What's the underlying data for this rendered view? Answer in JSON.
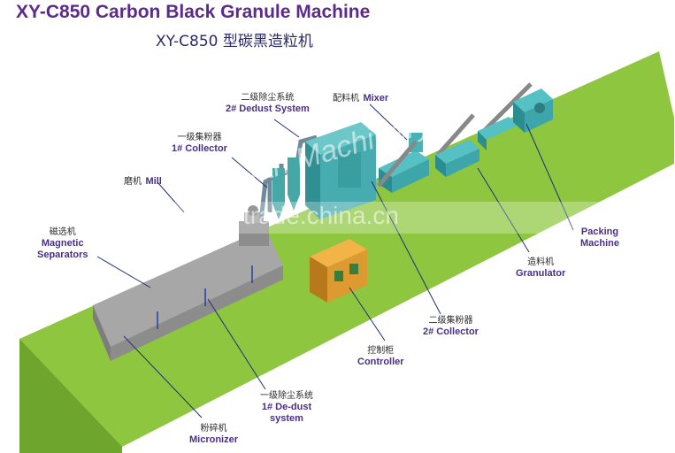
{
  "title": "XY-C850 Carbon Black Granule Machine",
  "subtitle": "XY-C850 型碳黑造粒机",
  "labels": {
    "dedust2": {
      "zh": "二级除尘系统",
      "en": "2# Dedust System"
    },
    "mixer": {
      "zh": "配料机",
      "en": "Mixer"
    },
    "collector1": {
      "zh": "一级集粉器",
      "en": "1# Collector"
    },
    "mill": {
      "zh": "磨机",
      "en": "Mill"
    },
    "magnetic": {
      "zh": "磁选机",
      "en1": "Magnetic",
      "en2": "Separators"
    },
    "packing": {
      "en1": "Packing",
      "en2": "Machine"
    },
    "granulator": {
      "zh": "造料机",
      "en": "Granulator"
    },
    "collector2": {
      "zh": "二级集粉器",
      "en": "2# Collector"
    },
    "controller": {
      "zh": "控制柜",
      "en": "Controller"
    },
    "dedust1": {
      "zh": "一级除尘系统",
      "en1": "1# De-dust",
      "en2": "system"
    },
    "micronizer": {
      "zh": "粉碎机",
      "en": "Micronizer"
    }
  },
  "watermarks": {
    "site": "trade.china.cn",
    "brand": "Jinyuan Machinery"
  }
}
